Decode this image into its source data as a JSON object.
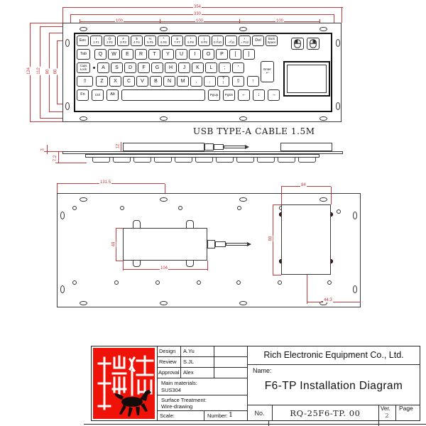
{
  "top_view": {
    "dims": {
      "w354": "354",
      "w330": "330",
      "p100": "100",
      "h124": "124",
      "h112": "112",
      "h80": "80",
      "h66": "66"
    }
  },
  "side_view": {
    "cable_label": "USB TYPE-A CABLE 1.5M",
    "dims": {
      "t3": "3",
      "d72": "7.2",
      "h12": "12"
    }
  },
  "rear_view": {
    "dims": {
      "c1315": "131.5",
      "h48": "48",
      "w104": "104",
      "w84": "84",
      "h88": "88",
      "w443": "44.3"
    }
  },
  "keyboard": {
    "rows": [
      [
        "Esc",
        "!\n1 F1",
        "@\n2 F2",
        "#\n3 F3",
        "$\n4 F4",
        "%\n5 F5",
        "^\n6 F6",
        "&\n7 F7",
        "*\n8 F8",
        "(\n9 F9",
        ")\n0 F10",
        "_\n- F11",
        "+\n= F12",
        "Del",
        "Back\nSpace"
      ],
      [
        "Tab",
        "Q",
        "W",
        "E",
        "R",
        "T",
        "Y",
        "U",
        "I",
        "O",
        "P",
        "[",
        "]"
      ],
      [
        "Caps\nLock",
        "A",
        "S",
        "D",
        "F",
        "G",
        "H",
        "J",
        "K",
        "L",
        ";",
        "'"
      ],
      [
        "⇧",
        "Z",
        "X",
        "C",
        "V",
        "B",
        "N",
        "M",
        ",",
        ".",
        "?\n/",
        "⇧",
        "↑"
      ],
      [
        "Fn",
        "Ctrl",
        "Alt",
        "",
        "PgUp",
        "PgDn",
        "←",
        "↓",
        "→"
      ]
    ],
    "enter_label": "Enter\n↵"
  },
  "title_block": {
    "company": "Rich Electronic Equipment Co., Ltd.",
    "name_label": "Name:",
    "drawing_name": "F6-TP Installation Diagram",
    "approvals": [
      {
        "label": "Design",
        "value": "A.Yu"
      },
      {
        "label": "Review",
        "value": "S.JL"
      },
      {
        "label": "Approval",
        "value": "Alex"
      }
    ],
    "materials_label": "Main materials:",
    "materials_value": "SUS304",
    "surface_label": "Surface Treatment:",
    "surface_value": "Wire-drawing",
    "scale_label": "Scale:",
    "number_label": "Number:",
    "number_value": "1",
    "no_label": "No.",
    "drawing_no": "RQ-25F6-TP. 00",
    "ver_label": "Ver.",
    "ver_value": "2",
    "page_label": "Page",
    "page_value": ""
  }
}
